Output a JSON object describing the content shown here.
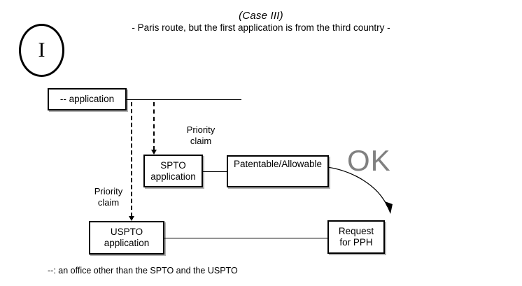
{
  "title": {
    "case_label": "(Case III)",
    "subtitle": "- Paris route, but the first application is from the third country -"
  },
  "step_marker": {
    "label": "I"
  },
  "nodes": {
    "foreign_application": "-- application",
    "spto_application": "SPTO\napplication",
    "spto_application_line1": "SPTO",
    "spto_application_line2": "application",
    "patentable": "Patentable/Allowable",
    "uspto_application_line1": "USPTO",
    "uspto_application_line2": "application",
    "request_pph_line1": "Request",
    "request_pph_line2": "for PPH"
  },
  "labels": {
    "priority_claim_spto": "Priority\nclaim",
    "priority_claim_spto_line1": "Priority",
    "priority_claim_spto_line2": "claim",
    "priority_claim_uspto_line1": "Priority",
    "priority_claim_uspto_line2": "claim",
    "ok_stamp": "OK"
  },
  "legend": {
    "note": "--: an office other than the SPTO and the USPTO"
  },
  "colors": {
    "stroke": "#000000",
    "background": "#ffffff",
    "ok_gray": "#808080"
  }
}
